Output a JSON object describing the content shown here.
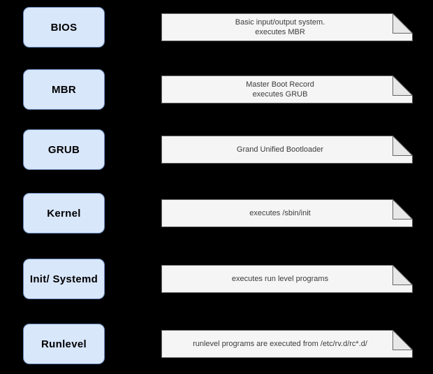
{
  "rows": [
    {
      "label": "BIOS",
      "lines": [
        "Basic input/output system.",
        "executes MBR"
      ]
    },
    {
      "label": "MBR",
      "lines": [
        "Master Boot Record",
        "executes GRUB"
      ]
    },
    {
      "label": "GRUB",
      "lines": [
        "Grand Unified Bootloader"
      ]
    },
    {
      "label": "Kernel",
      "lines": [
        "executes /sbin/init"
      ]
    },
    {
      "label": "Init/ Systemd",
      "lines": [
        "executes run level programs"
      ]
    },
    {
      "label": "Runlevel",
      "lines": [
        "runlevel programs are executed from /etc/rv.d/rc*.d/"
      ]
    }
  ],
  "colors": {
    "background": "#000000",
    "stage_fill": "#d9e7fb",
    "stage_border": "#6c8ebf",
    "stage_text": "#000000",
    "note_fill": "#f5f5f5",
    "note_flap": "#e8e8e8",
    "note_border": "#666666",
    "note_text": "#3c3c3c"
  }
}
